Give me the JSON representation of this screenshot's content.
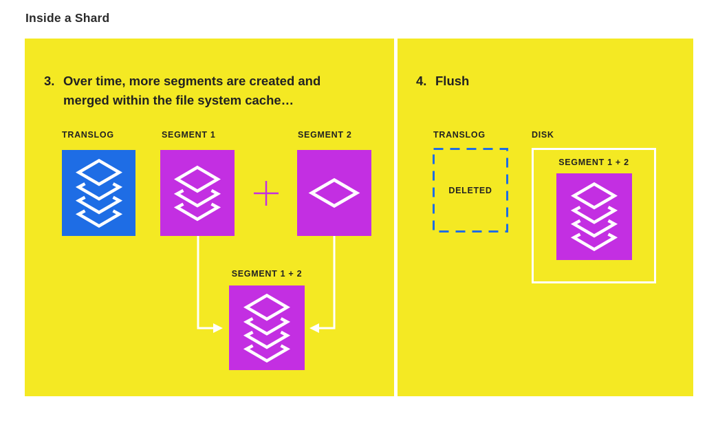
{
  "page": {
    "title": "Inside a Shard"
  },
  "colors": {
    "yellow": "#F4E923",
    "blue": "#1E6DE5",
    "magenta": "#C32FE2",
    "ink": "#252525",
    "white": "#FFFFFF"
  },
  "left_panel": {
    "step_number": "3.",
    "step_text": "Over time, more segments are created and merged within the file system cache…",
    "translog": {
      "label": "TRANSLOG",
      "icon": "layers-4-icon",
      "color": "#1E6DE5"
    },
    "segment1": {
      "label": "SEGMENT 1",
      "icon": "layers-3-icon",
      "color": "#C32FE2"
    },
    "plus": "+",
    "segment2": {
      "label": "SEGMENT 2",
      "icon": "diamond-icon",
      "color": "#C32FE2"
    },
    "merged": {
      "label": "SEGMENT 1 + 2",
      "icon": "layers-4-icon",
      "color": "#C32FE2"
    }
  },
  "right_panel": {
    "step_number": "4.",
    "step_text": "Flush",
    "translog": {
      "label": "TRANSLOG",
      "status": "DELETED",
      "border": "dashed-blue"
    },
    "disk": {
      "label": "DISK",
      "merged": {
        "label": "SEGMENT 1 + 2",
        "icon": "layers-4-icon",
        "color": "#C32FE2"
      }
    }
  }
}
